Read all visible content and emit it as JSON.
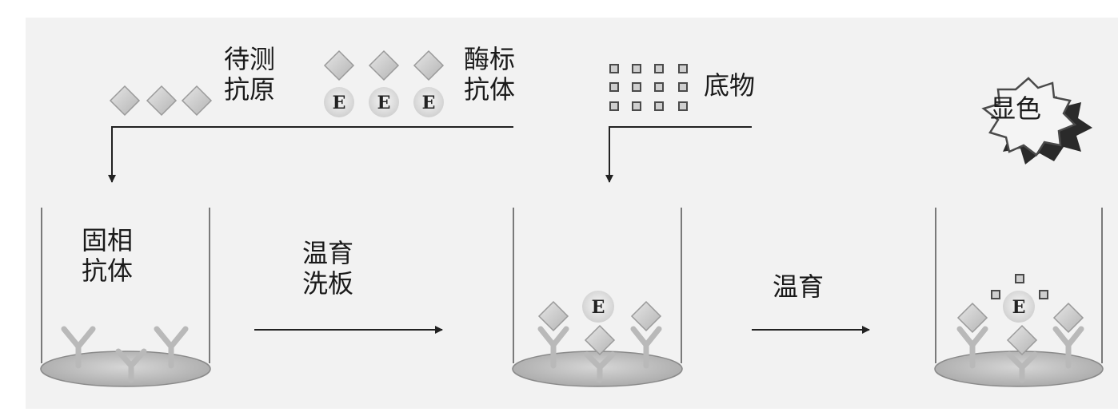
{
  "labels": {
    "test_antigen": [
      "待测",
      "抗原"
    ],
    "enzyme_antibody": [
      "酶标",
      "抗体"
    ],
    "substrate": "底物",
    "color": "显色",
    "solid_antibody": [
      "固相",
      "抗体"
    ],
    "step1": [
      "温育",
      "洗板"
    ],
    "step2": "温育",
    "enzyme_mark": "E"
  },
  "colors": {
    "background": "#f2f2f2",
    "diamond_fill": "#c8c8c8",
    "antibody": "#b9b9b9",
    "plate": "#b8b8b8",
    "line": "#222222",
    "starburst_shadow": "#2a2a2a"
  }
}
